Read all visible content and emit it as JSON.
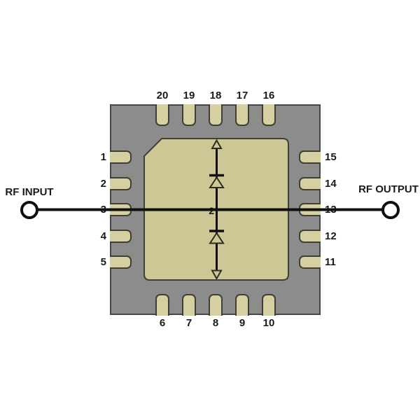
{
  "ports": {
    "input_label": "RF INPUT",
    "output_label": "RF OUTPUT"
  },
  "chip": {
    "package_pin_count": 20,
    "center_node_label": "2",
    "pins": {
      "top": [
        "20",
        "19",
        "18",
        "17",
        "16"
      ],
      "left": [
        "1",
        "2",
        "3",
        "4",
        "5"
      ],
      "right": [
        "15",
        "14",
        "13",
        "12",
        "11"
      ],
      "bottom": [
        "6",
        "7",
        "8",
        "9",
        "10"
      ]
    },
    "signal_path": {
      "from_pin": "3",
      "to_pin": "13"
    },
    "schematic_symbols": [
      "up-arrow-icon",
      "diode-up-icon",
      "diode-up-icon",
      "down-arrow-icon"
    ]
  },
  "colors": {
    "body": "#8c8c8c",
    "pad": "#cdc795",
    "pin": "#d6cfa2",
    "outline": "#3f3f33",
    "line": "#101010",
    "text": "#1a1a1a",
    "background": "#ffffff"
  }
}
